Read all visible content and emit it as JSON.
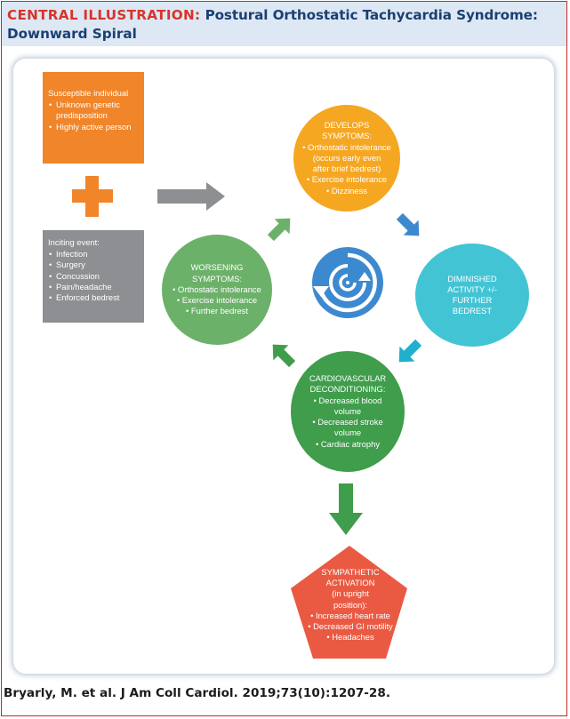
{
  "header": {
    "label": "CENTRAL ILLUSTRATION:",
    "title_line1": "Postural Orthostatic Tachycardia Syndrome:",
    "title_line2": "Downward Spiral"
  },
  "susceptible": {
    "title": "Susceptible individual",
    "items": [
      "Unknown genetic predisposition",
      "Highly active person"
    ]
  },
  "inciting": {
    "title": "Inciting event:",
    "items": [
      "Infection",
      "Surgery",
      "Concussion",
      "Pain/headache",
      "Enforced bedrest"
    ]
  },
  "develops": {
    "lines": [
      "DEVELOPS",
      "SYMPTOMS:",
      "• Orthostatic intolerance",
      "(occurs early even",
      "after brief bedrest)",
      "• Exercise intolerance",
      "• Dizziness"
    ]
  },
  "diminished": {
    "lines": [
      "DIMINISHED",
      "ACTIVITY +/-",
      "FURTHER",
      "BEDREST"
    ]
  },
  "worsening": {
    "lines": [
      "WORSENING",
      "SYMPTOMS:",
      "• Orthostatic intolerance",
      "• Exercise intolerance",
      "• Further bedrest"
    ]
  },
  "cardio": {
    "lines": [
      "CARDIOVASCULAR",
      "DECONDITIONING:",
      "• Decreased blood",
      "volume",
      "• Decreased stroke",
      "volume",
      "• Cardiac atrophy"
    ]
  },
  "sympathetic": {
    "lines": [
      "SYMPATHETIC",
      "ACTIVATION",
      "(in upright",
      "position):",
      "• Increased heart rate",
      "• Decreased GI motility",
      "• Headaches"
    ]
  },
  "citation": "Bryarly, M. et al. J Am Coll Cardiol. 2019;73(10):1207-28.",
  "colors": {
    "header_bg": "#dde8f4",
    "label_red": "#d8342b",
    "title_navy": "#1b3f73",
    "orange": "#f0852a",
    "gray": "#8e8f92",
    "yellow_orange": "#f6a721",
    "cyan": "#43c4d4",
    "light_green": "#6cb16a",
    "green": "#3f9d4b",
    "red": "#ea5a43",
    "blue": "#3d89cf"
  },
  "icons": [
    "plus-icon",
    "spiral-icon",
    "arrow-icon"
  ]
}
